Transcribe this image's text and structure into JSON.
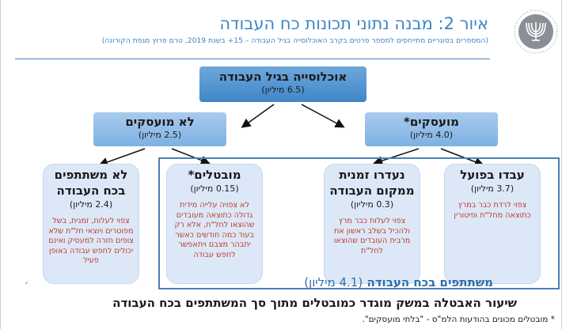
{
  "header": {
    "title": "איור 2: מבנה נתוני תכונות כח העבודה",
    "subtitle": "(המספרים בסוגריים מתייחסים למספר פרטים בקרב האוכלוסייה בגיל העבודה – 15+ בשנת 2019, טרם פרוץ מגפת הקורונה)"
  },
  "logo": {
    "icon": "menorah-emblem-icon",
    "color": "#8a8f96"
  },
  "nodes": {
    "population": {
      "title": "אוכלוסייה בגיל העבודה",
      "sub": "(6.5 מיליון)"
    },
    "not_employed": {
      "title": "לא מועסקים",
      "sub": "(2.5 מיליון)"
    },
    "employed": {
      "title": "מועסקים*",
      "sub": "(4.0 מיליון)"
    },
    "not_participating": {
      "title": "לא משתתפים בכח העבודה",
      "sub": "(2.4 מיליון)",
      "desc": "צפוי לעלות, זמנית, בשל מפוטרים ויוצאי חל\"ת שלא צופים חזרה למעסיק ואינם יכולים לחפש עבודה באופן פעיל"
    },
    "unemployed": {
      "title": "מובטלים*",
      "sub": "(0.15 מיליון)",
      "desc": "לא צפויה עלייה מידית גדולה כתוצאה מעובדים שהוצאו לחל\"ת, אלא רק בעוד כמה חודשים כאשר יתבהר מצבם ויתאפשר לחפש עבודה"
    },
    "temp_absent": {
      "title": "נעדרו זמנית ממקום העבודה",
      "sub": "(0.3 מיליון)",
      "desc": "צפוי לעלות כבר מרץ ולהכיל בשלב ראשון את מרבית העובדים שהוצאו לחל\"ת"
    },
    "working": {
      "title": "עבדו בפועל",
      "sub": "(3.7 מיליון)",
      "desc": "צפוי לרדת כבר במרץ כתוצאה מחל\"ת ופיטורין"
    }
  },
  "labor_force": {
    "label": "משתתפים בכח העבודה",
    "count": "(4.1 מיליון)"
  },
  "caption": "שיעור האבטלה במשק מוגדר כמובטלים מתוך סך המשתתפים בכח העבודה",
  "footnote": "* מובטלים מכונים בהודעות הלמ\"ס - \"בלתי מועסקים\".",
  "side_mark": "׳",
  "colors": {
    "title": "#3b86c6",
    "accent": "#3f86c8",
    "desc_text": "#c0392b",
    "leaf_bg": "#dce8f7",
    "frame": "#4a7fb8"
  }
}
